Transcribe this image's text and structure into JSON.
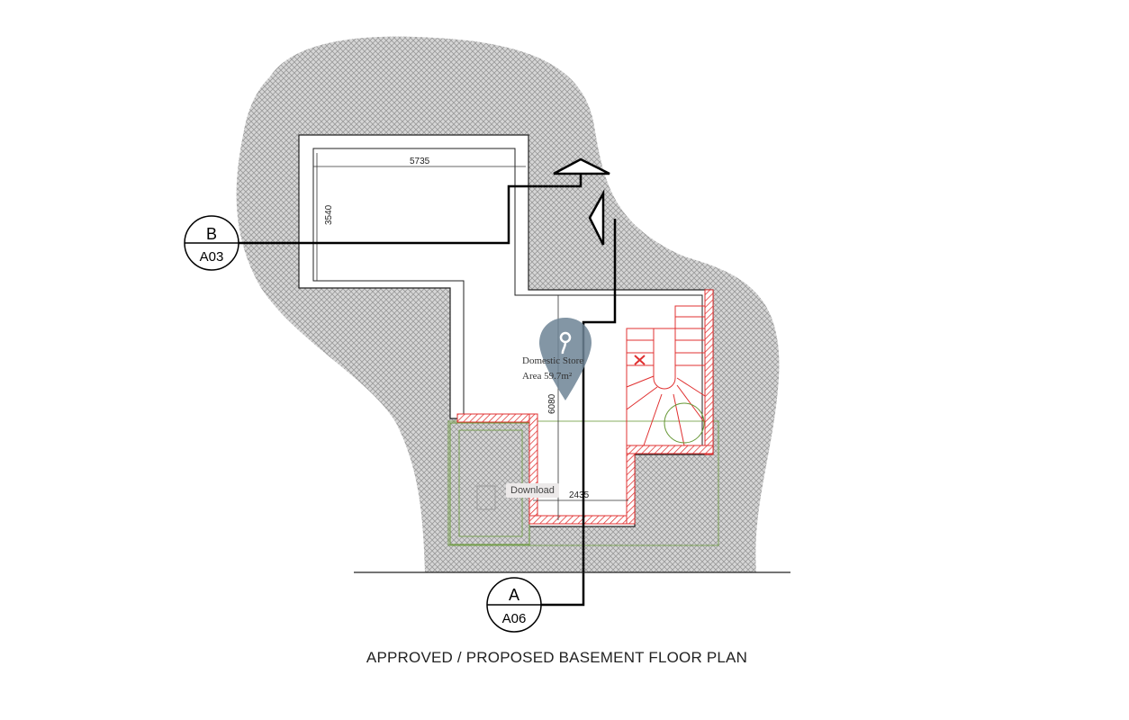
{
  "drawing": {
    "title": "APPROVED / PROPOSED BASEMENT FLOOR PLAN",
    "room": {
      "name": "Domestic Store",
      "area": "Area  59.7m²"
    },
    "dimensions": {
      "top_width": "5735",
      "left_height": "3540",
      "center_height": "6080",
      "bottom_width": "2435"
    },
    "section_b": {
      "letter": "B",
      "sheet": "A03"
    },
    "section_a": {
      "letter": "A",
      "sheet": "A06"
    }
  },
  "overlay": {
    "download_tooltip": "Download",
    "pin_icon": "map-pin-icon"
  },
  "colors": {
    "hatch": "#9a9a9a",
    "wall_red": "#e03030",
    "green": "#6a9a3a",
    "pin": "#6e8496"
  }
}
